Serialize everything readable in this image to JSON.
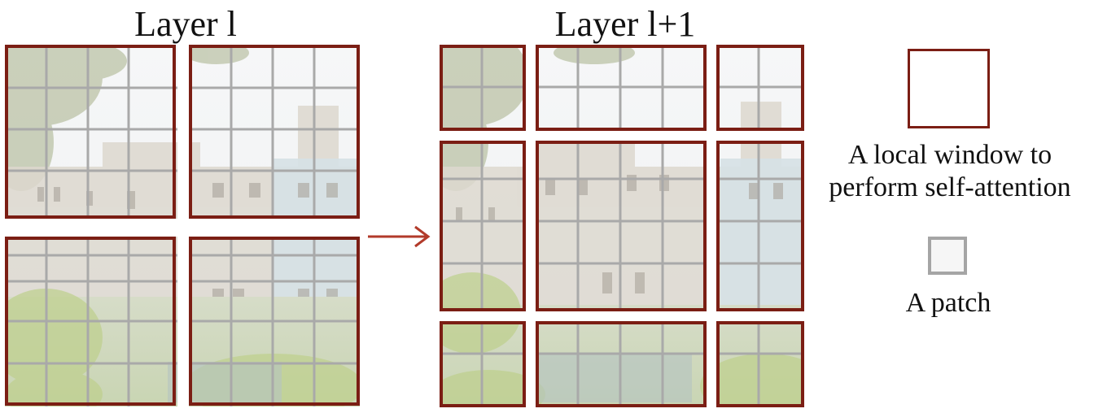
{
  "diagram": {
    "left_title": "Layer l",
    "right_title": "Layer l+1",
    "legend": {
      "window_label_line1": "A local window to",
      "window_label_line2": "perform self-attention",
      "patch_label": "A patch"
    },
    "colors": {
      "window_border": "#7b1e14",
      "patch_border": "#a5a5a5",
      "arrow": "#b23a2a"
    }
  }
}
